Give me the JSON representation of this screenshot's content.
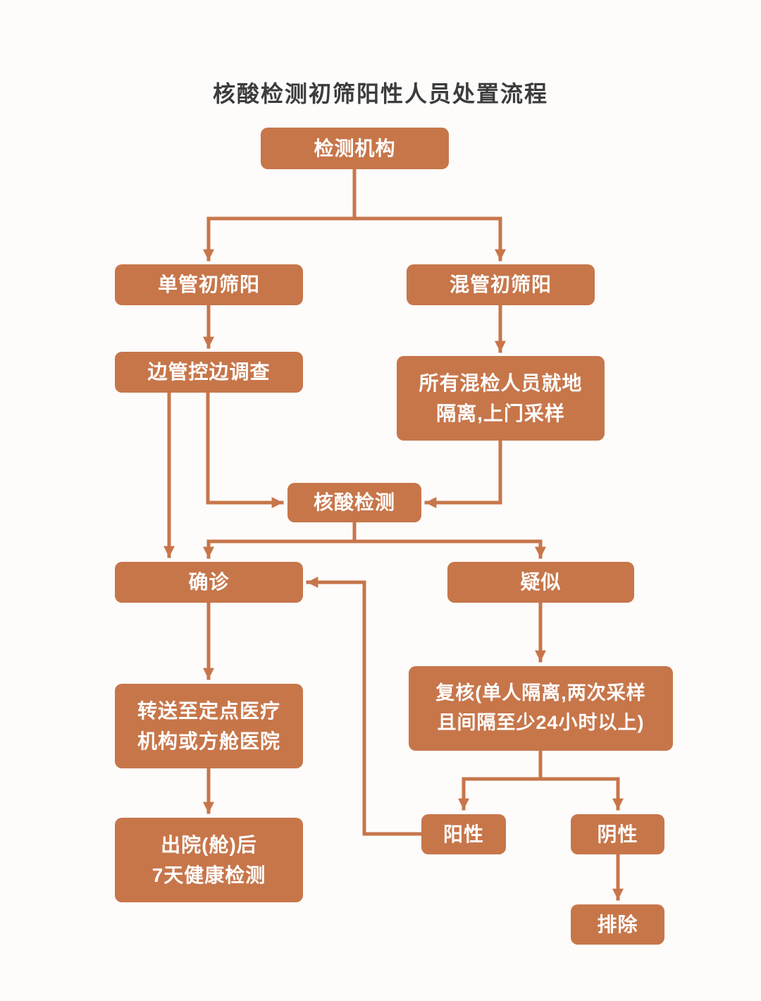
{
  "title": "核酸检测初筛阳性人员处置流程",
  "colors": {
    "node_fill": "#C7764A",
    "node_text": "#FFFFFF",
    "arrow": "#C7764A",
    "title_text": "#3C3C3C",
    "background": "#FDFCFB"
  },
  "nodes": {
    "testing_agency": {
      "label": "检测机构"
    },
    "single_tube_positive": {
      "label": "单管初筛阳"
    },
    "mixed_tube_positive": {
      "label": "混管初筛阳"
    },
    "control_and_investigate": {
      "label": "边管控边调查"
    },
    "mixed_group_quarantine": {
      "label": "所有混检人员就地\n隔离,上门采样"
    },
    "nucleic_acid_test": {
      "label": "核酸检测"
    },
    "confirmed": {
      "label": "确诊"
    },
    "suspected": {
      "label": "疑似"
    },
    "transfer_hospital": {
      "label": "转送至定点医疗\n机构或方舱医院"
    },
    "recheck": {
      "label": "复核(单人隔离,两次采样\n且间隔至少24小时以上)"
    },
    "post_discharge_monitoring": {
      "label": "出院(舱)后\n7天健康检测"
    },
    "positive": {
      "label": "阳性"
    },
    "negative": {
      "label": "阴性"
    },
    "excluded": {
      "label": "排除"
    }
  },
  "edges": [
    {
      "from": "testing_agency",
      "to": "single_tube_positive"
    },
    {
      "from": "testing_agency",
      "to": "mixed_tube_positive"
    },
    {
      "from": "single_tube_positive",
      "to": "control_and_investigate"
    },
    {
      "from": "mixed_tube_positive",
      "to": "mixed_group_quarantine"
    },
    {
      "from": "control_and_investigate",
      "to": "confirmed"
    },
    {
      "from": "control_and_investigate",
      "to": "nucleic_acid_test"
    },
    {
      "from": "mixed_group_quarantine",
      "to": "nucleic_acid_test"
    },
    {
      "from": "nucleic_acid_test",
      "to": "confirmed"
    },
    {
      "from": "nucleic_acid_test",
      "to": "suspected"
    },
    {
      "from": "suspected",
      "to": "recheck"
    },
    {
      "from": "recheck",
      "to": "positive"
    },
    {
      "from": "recheck",
      "to": "negative"
    },
    {
      "from": "positive",
      "to": "confirmed"
    },
    {
      "from": "confirmed",
      "to": "transfer_hospital"
    },
    {
      "from": "transfer_hospital",
      "to": "post_discharge_monitoring"
    },
    {
      "from": "negative",
      "to": "excluded"
    }
  ]
}
